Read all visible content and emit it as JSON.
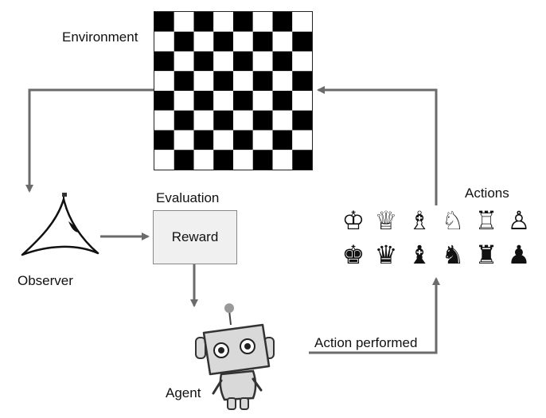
{
  "labels": {
    "environment": "Environment",
    "evaluation": "Evaluation",
    "reward": "Reward",
    "observer": "Observer",
    "agent": "Agent",
    "actions": "Actions",
    "action_performed": "Action performed"
  },
  "pieces": {
    "white": [
      "king",
      "queen",
      "bishop",
      "knight",
      "rook",
      "pawn"
    ],
    "black": [
      "king",
      "queen",
      "bishop",
      "knight",
      "rook",
      "pawn"
    ]
  },
  "colors": {
    "arrow": "#6b6b6b",
    "reward_fill": "#f0f0f0",
    "robot_body": "#d9d9d9"
  }
}
